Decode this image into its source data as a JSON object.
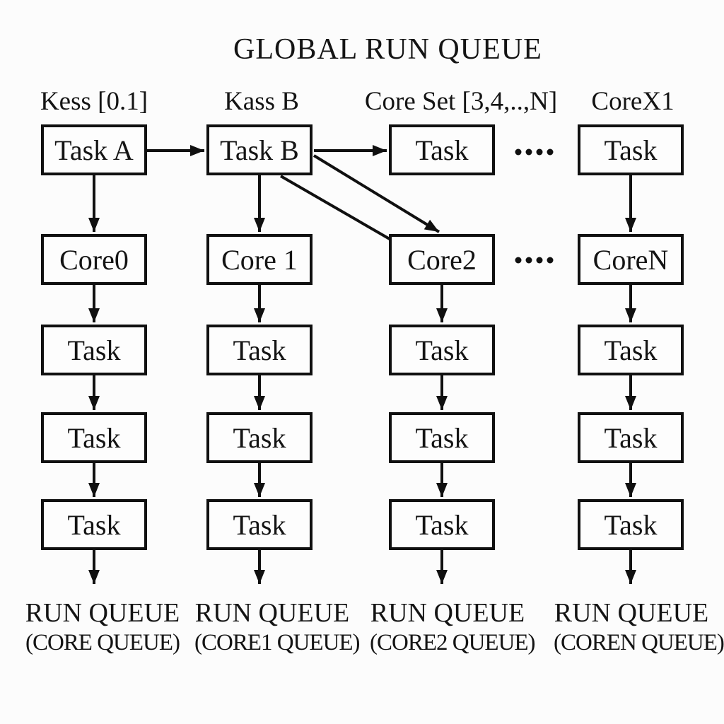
{
  "title": "GLOBAL RUN QUEUE",
  "columns": [
    {
      "header": "Kess [0.1]",
      "boxes": [
        "Task A",
        "Core0",
        "Task",
        "Task",
        "Task"
      ],
      "queue_label": "RUN QUEUE",
      "queue_sublabel": "(CORE QUEUE)"
    },
    {
      "header": "Kass B",
      "boxes": [
        "Task B",
        "Core 1",
        "Task",
        "Task",
        "Task"
      ],
      "queue_label": "RUN QUEUE",
      "queue_sublabel": "(CORE1 QUEUE)"
    },
    {
      "header": "Core Set [3,4,..,N]",
      "boxes": [
        "Task",
        "Core2",
        "Task",
        "Task",
        "Task"
      ],
      "queue_label": "RUN QUEUE",
      "queue_sublabel": "(CORE2 QUEUE)"
    },
    {
      "header": "CoreX1",
      "boxes": [
        "Task",
        "CoreN",
        "Task",
        "Task",
        "Task"
      ],
      "queue_label": "RUN QUEUE",
      "queue_sublabel": "(COREN QUEUE)"
    }
  ],
  "ellipsis": {
    "rows": 2,
    "dots_per_row": 4
  },
  "colors": {
    "line": "#101010",
    "background": "#fcfcfc",
    "text": "#141414"
  }
}
